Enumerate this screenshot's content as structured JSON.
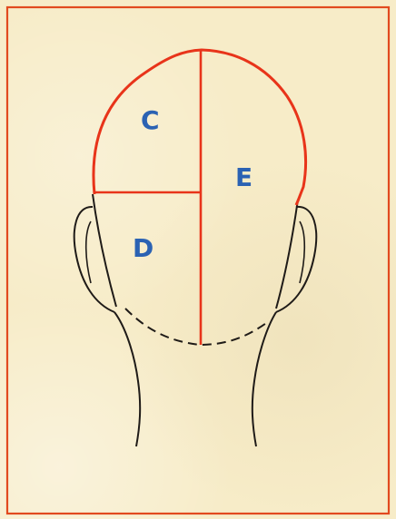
{
  "regions": [
    {
      "id": "C",
      "label": "C"
    },
    {
      "id": "D",
      "label": "D"
    },
    {
      "id": "E",
      "label": "E"
    }
  ],
  "colors": {
    "frame": "#e24a1f",
    "section_lines": "#e8341a",
    "outline": "#1f1b18",
    "labels": "#2b62b3",
    "paper": "#f7ecc8"
  }
}
